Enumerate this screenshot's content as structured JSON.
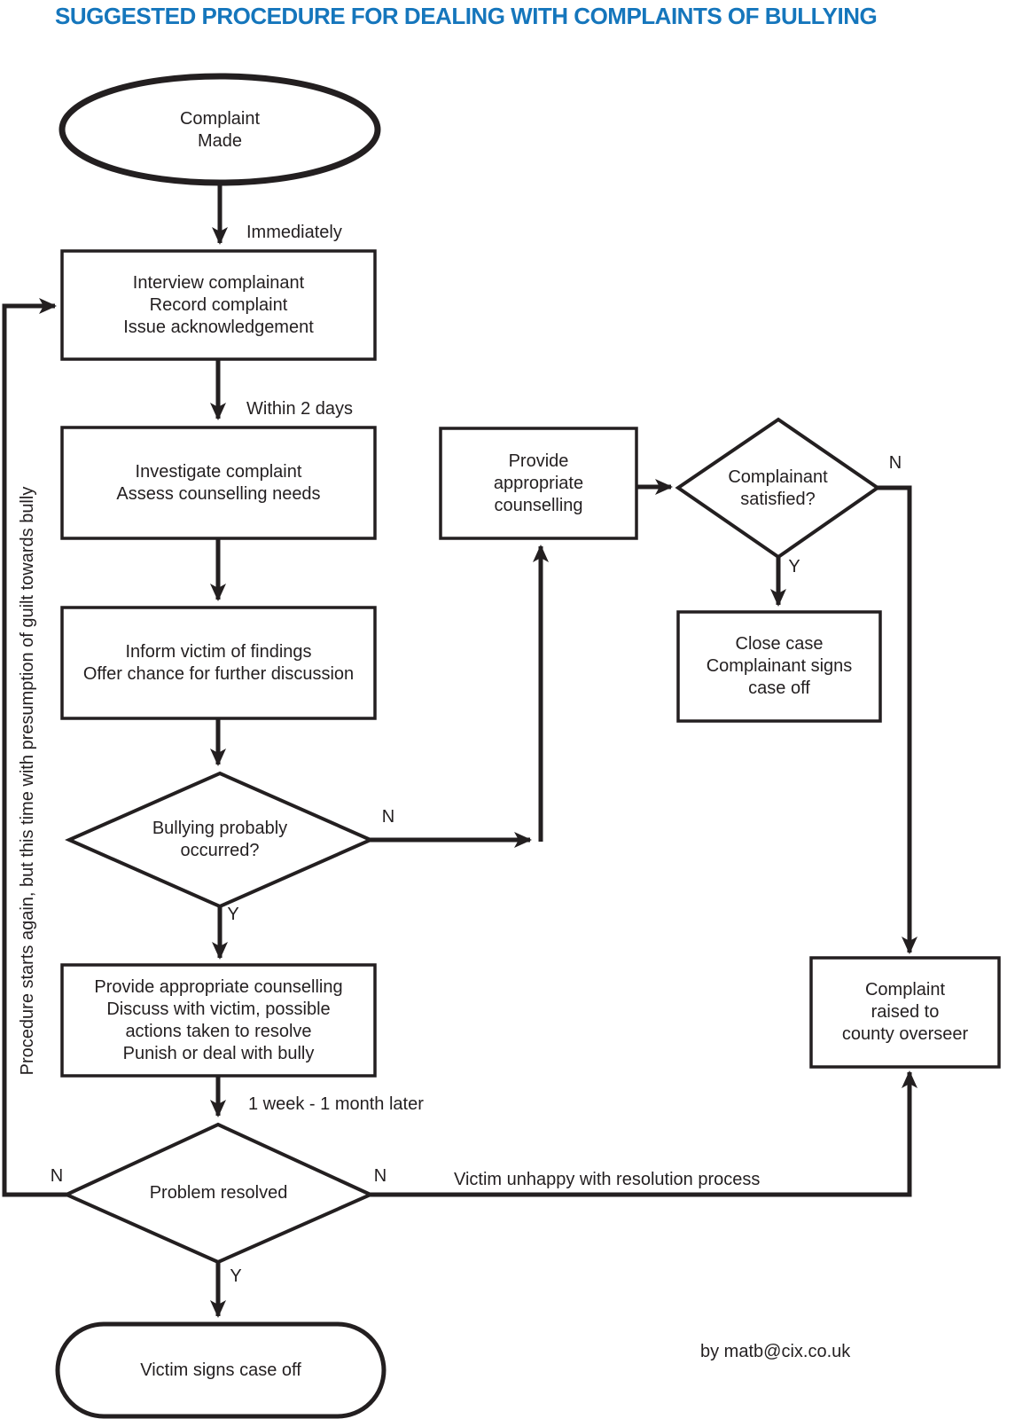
{
  "title": "SUGGESTED PROCEDURE FOR DEALING WITH COMPLAINTS OF BULLYING",
  "colors": {
    "title_accent": "#1576bc",
    "ink": "#231f20",
    "background": "#ffffff"
  },
  "nodes": {
    "start": "Complaint\nMade",
    "interview": "Interview complainant\nRecord complaint\nIssue acknowledgement",
    "investigate": "Investigate complaint\nAssess counselling needs",
    "inform": "Inform victim of findings\nOffer chance for further discussion",
    "bullying_decision": "Bullying probably\noccurred?",
    "counselling_actions": "Provide appropriate counselling\nDiscuss with victim, possible\nactions taken to resolve\nPunish or deal with bully",
    "problem_resolved": "Problem resolved",
    "victim_signs": "Victim signs case off",
    "provide_counselling": "Provide\nappropriate\ncounselling",
    "complainant_satisfied": "Complainant\nsatisfied?",
    "close_case": "Close case\nComplainant signs\ncase off",
    "county_overseer": "Complaint\nraised to\ncounty overseer"
  },
  "edge_labels": {
    "immediately": "Immediately",
    "within_2_days": "Within 2 days",
    "one_week_one_month": "1 week - 1 month later",
    "victim_unhappy": "Victim unhappy with resolution process",
    "yes_short": "Y",
    "no_short": "N"
  },
  "side_note": "Procedure starts again, but this time with presumption of guilt towards bully",
  "attribution": "by matb@cix.co.uk"
}
